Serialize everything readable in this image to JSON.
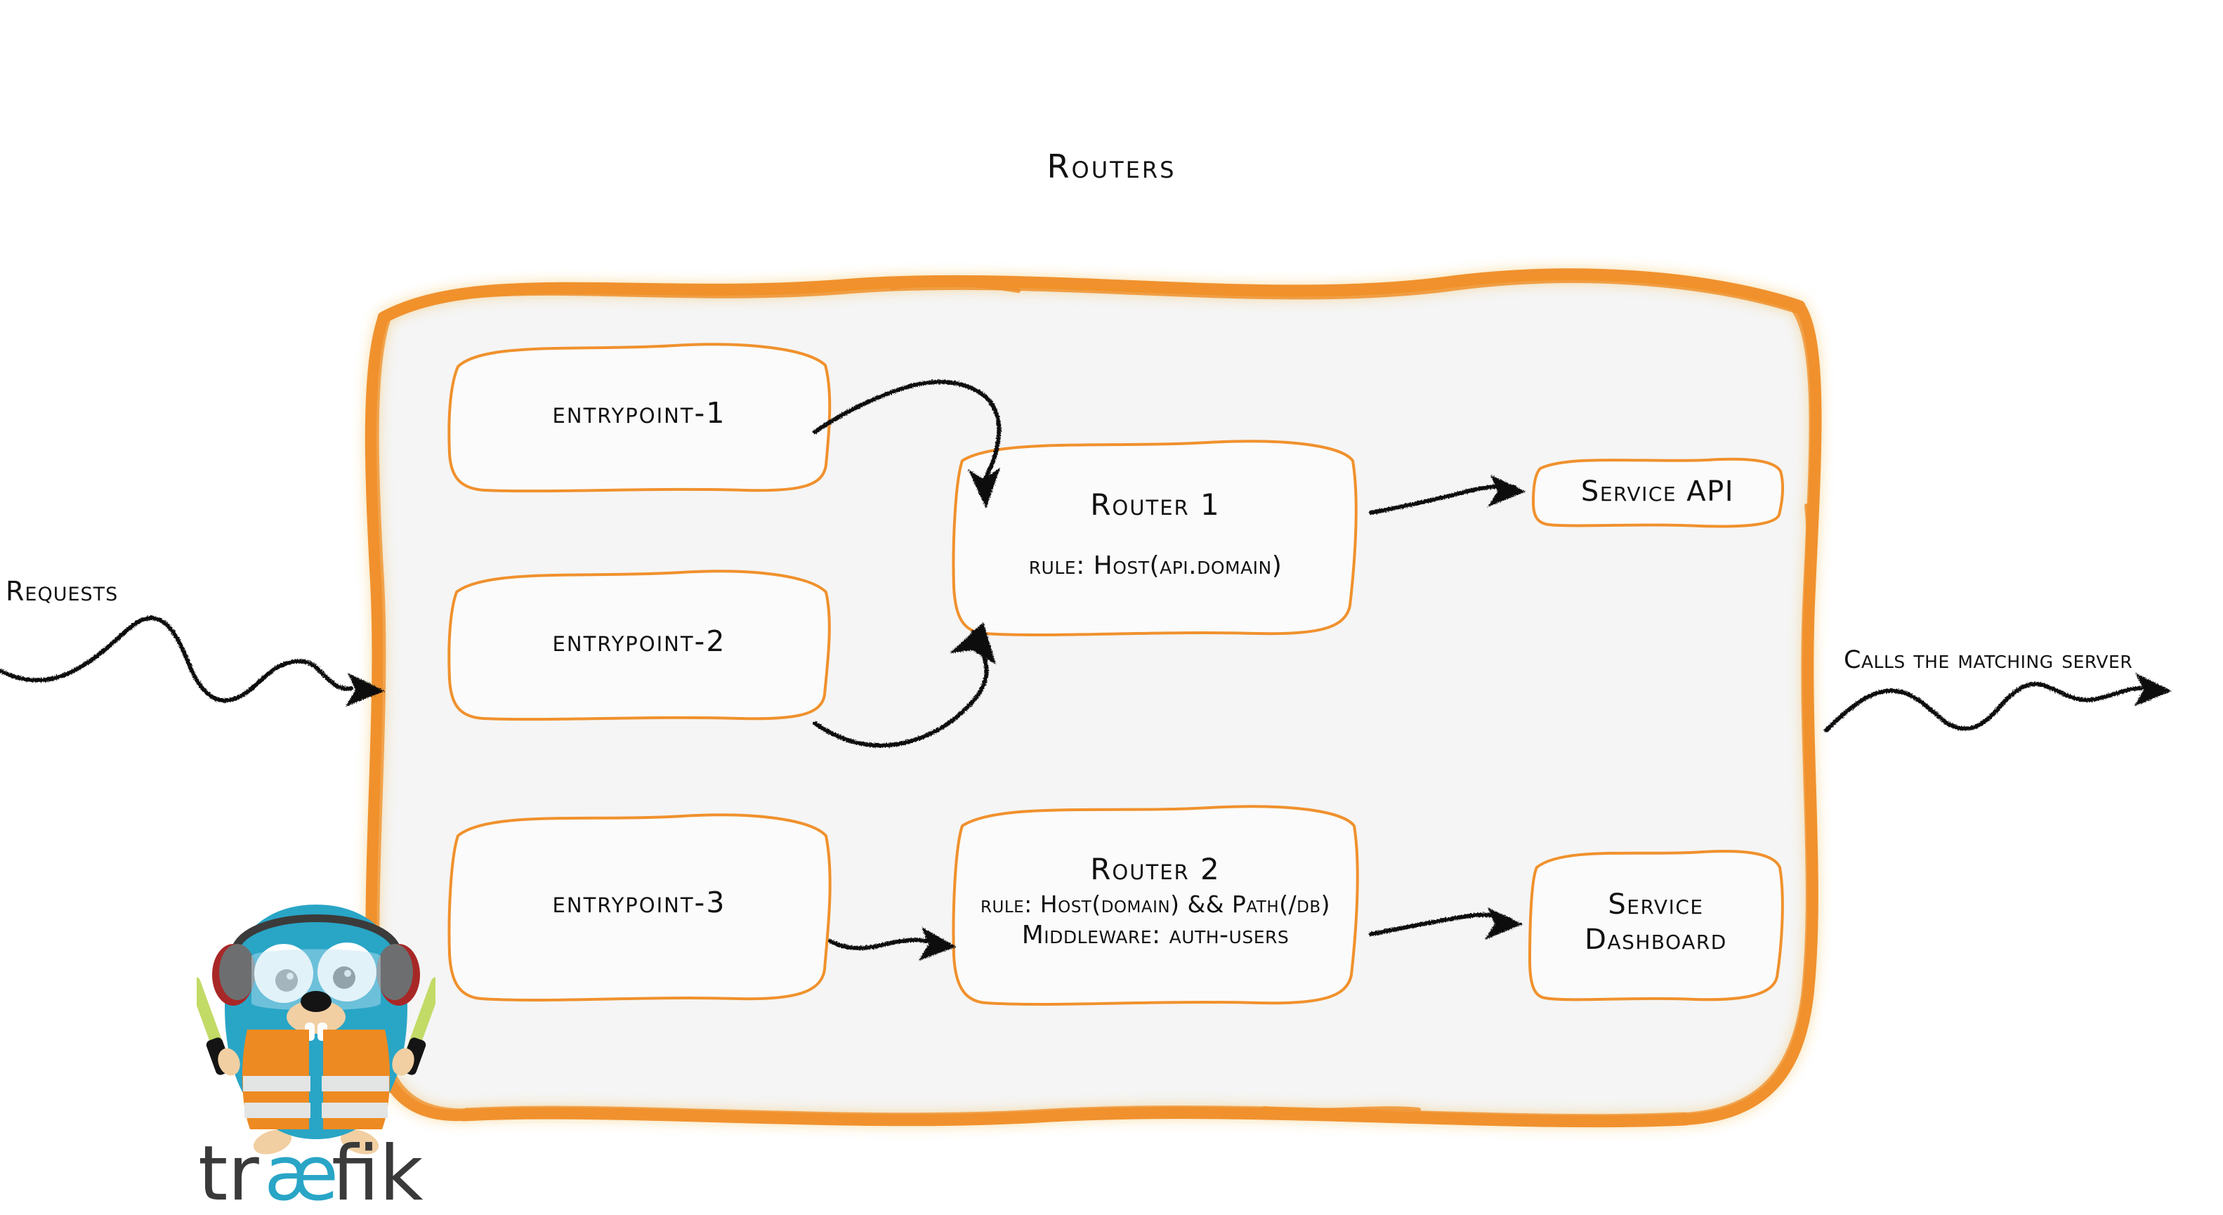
{
  "diagram": {
    "title": "Routers",
    "background_color": "#ffffff",
    "accent_color": "#F0912D",
    "container_fill": "#F5F5F5",
    "ink_color": "#111111"
  },
  "entrypoints": [
    {
      "label": "entrypoint-1"
    },
    {
      "label": "entrypoint-2"
    },
    {
      "label": "entrypoint-3"
    }
  ],
  "routers": [
    {
      "name": "Router 1",
      "rule": "rule: Host(api.domain)",
      "middleware": ""
    },
    {
      "name": "Router 2",
      "rule": "rule: Host(domain) && Path(/db)",
      "middleware": "Middleware: auth-users"
    }
  ],
  "services": [
    {
      "line1": "Service API",
      "line2": ""
    },
    {
      "line1": "Service",
      "line2": "Dashboard"
    }
  ],
  "labels": {
    "requests": "Requests",
    "calls_matching_server": "Calls the matching server"
  },
  "logo": {
    "wordmark_prefix": "tr",
    "wordmark_ligature": "æ",
    "wordmark_suffix": "fik",
    "wordmark_full": "træfik",
    "mascot": "traefik-gopher",
    "colors": {
      "body": "#29A5C6",
      "vest": "#EE8A22",
      "vest_stripe": "#E3E4E4",
      "wand": "#C2DB66",
      "headphone_gray": "#6D6E70",
      "headphone_red": "#A82727",
      "muzzle": "#F1CFA2",
      "wordmark_dark": "#3A3A3A",
      "wordmark_cyan": "#29A5C6"
    }
  },
  "arrows": [
    {
      "from": "entrypoint-1",
      "to": "Router 1"
    },
    {
      "from": "entrypoint-2",
      "to": "Router 1"
    },
    {
      "from": "entrypoint-3",
      "to": "Router 2"
    },
    {
      "from": "Router 1",
      "to": "Service API"
    },
    {
      "from": "Router 2",
      "to": "Service Dashboard"
    },
    {
      "from": "Requests",
      "to": "routers-container"
    },
    {
      "from": "routers-container",
      "to": "matching server"
    }
  ]
}
